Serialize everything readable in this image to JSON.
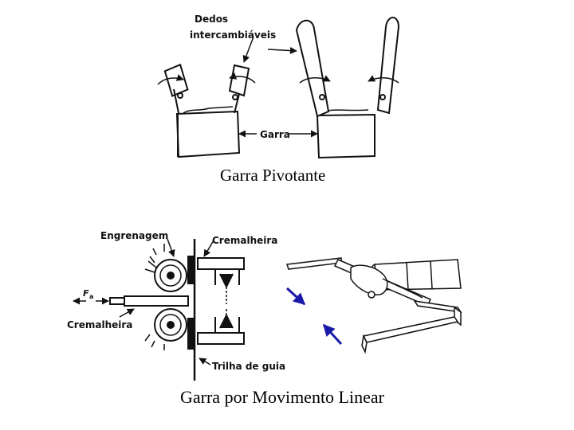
{
  "top_figure": {
    "label_fingers_line1": "Dedos",
    "label_fingers_line2": "intercambiáveis",
    "label_gripper": "Garra",
    "caption": "Garra Pivotante"
  },
  "bottom_figure": {
    "label_gear": "Engrenagem",
    "label_rack_top": "Cremalheira",
    "label_rack_left": "Cremalheira",
    "label_force": "F",
    "label_force_sub": "a",
    "label_guide": "Trilha de guia",
    "caption": "Garra por Movimento Linear"
  },
  "colors": {
    "line": "#111111",
    "arrow_blue": "#1a1aa8"
  }
}
